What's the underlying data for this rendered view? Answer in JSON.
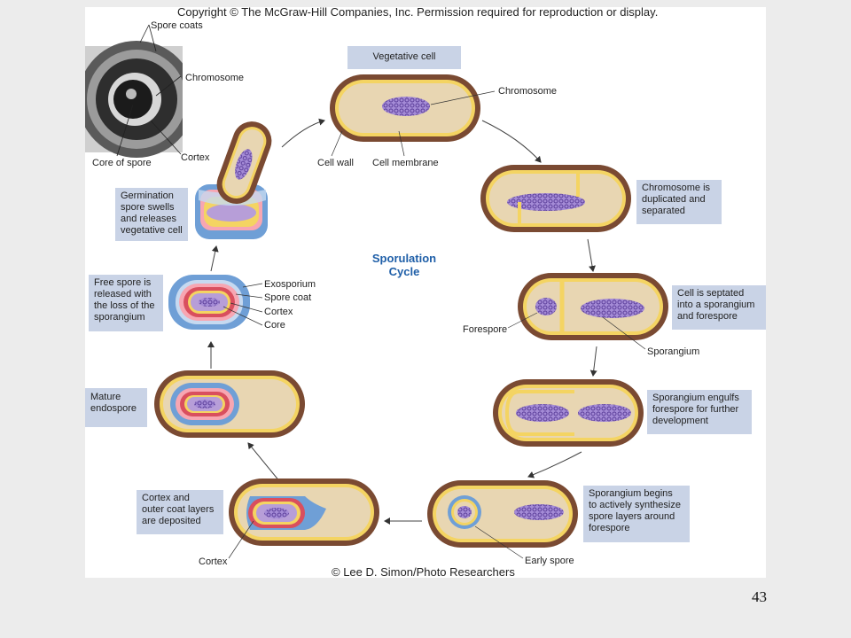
{
  "header": {
    "copyright": "Copyright © The McGraw-Hill Companies, Inc. Permission required for reproduction or display."
  },
  "footer": {
    "credit": "© Lee D. Simon/Photo Researchers"
  },
  "page_number": "43",
  "center_title": {
    "line1": "Sporulation",
    "line2": "Cycle"
  },
  "micrograph": {
    "spore_coats": "Spore coats",
    "chromosome": "Chromosome",
    "core_of_spore": "Core of spore",
    "cortex": "Cortex"
  },
  "stages": {
    "vegetative": {
      "box": "Vegetative cell",
      "chromosome": "Chromosome",
      "cell_wall": "Cell wall",
      "cell_membrane": "Cell membrane"
    },
    "duplicated": {
      "box": "Chromosome is\nduplicated and\nseparated"
    },
    "septated": {
      "box": "Cell is septated\ninto a sporangium\nand forespore",
      "forespore": "Forespore",
      "sporangium": "Sporangium"
    },
    "engulfs": {
      "box": "Sporangium engulfs\nforespore for further\ndevelopment"
    },
    "synthesize": {
      "box": "Sporangium begins\nto actively synthesize\nspore layers around\nforespore",
      "early_spore": "Early spore"
    },
    "cortex_deposit": {
      "box": "Cortex and\nouter coat layers\nare deposited",
      "cortex": "Cortex"
    },
    "mature": {
      "box": "Mature\nendospore"
    },
    "free_spore": {
      "box": "Free spore is\nreleased with\nthe loss of the\nsporangium",
      "exosporium": "Exosporium",
      "spore_coat": "Spore coat",
      "cortex": "Cortex",
      "core": "Core"
    },
    "germination": {
      "box": "Germination\nspore swells\nand releases\nvegetative cell"
    }
  },
  "colors": {
    "cell_wall": "#7a4a32",
    "membrane_yellow": "#f4d462",
    "cytoplasm": "#e8d6b2",
    "chromosome": "#9577c8",
    "spore_blue": "#6f9fd6",
    "spore_red": "#d94f5e",
    "label_box": "#c9d3e6",
    "title_blue": "#1f5fa8"
  }
}
